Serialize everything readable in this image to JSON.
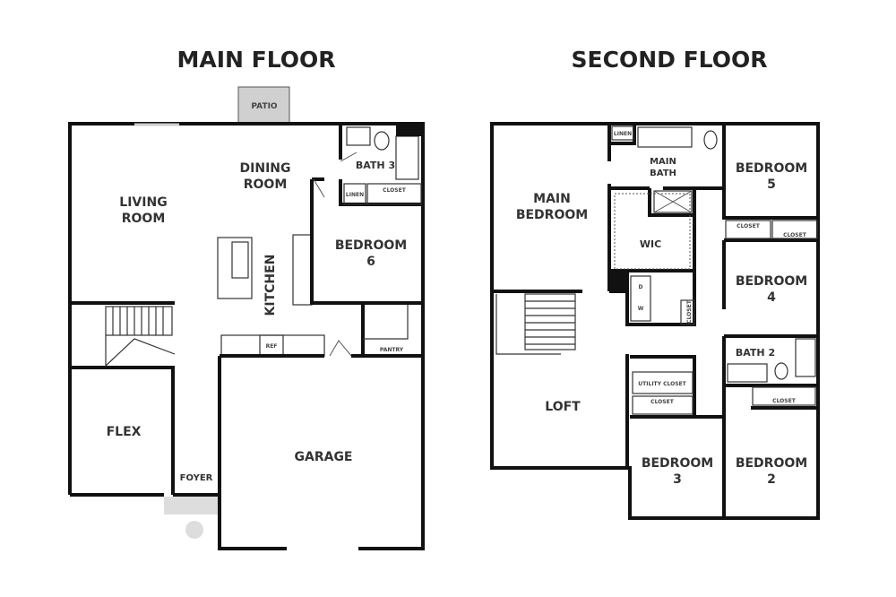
{
  "titles": {
    "main_floor": "MAIN FLOOR",
    "second_floor": "SECOND FLOOR"
  },
  "main_floor": {
    "patio": "PATIO",
    "living_room": [
      "LIVING",
      "ROOM"
    ],
    "dining_room": [
      "DINING",
      "ROOM"
    ],
    "kitchen": "KITCHEN",
    "bedroom_6": [
      "BEDROOM",
      "6"
    ],
    "bath_3": "BATH 3",
    "linen": "LINEN",
    "closet": "CLOSET",
    "ref": "REF",
    "pantry": "PANTRY",
    "flex": "FLEX",
    "foyer": "FOYER",
    "garage": "GARAGE"
  },
  "second_floor": {
    "main_bedroom": [
      "MAIN",
      "BEDROOM"
    ],
    "main_bath": [
      "MAIN",
      "BATH"
    ],
    "linen": "LINEN",
    "wic": "WIC",
    "closet": "CLOSET",
    "bedroom_5": [
      "BEDROOM",
      "5"
    ],
    "bedroom_4": [
      "BEDROOM",
      "4"
    ],
    "bath_2": "BATH 2",
    "utility_closet": "UTILITY CLOSET",
    "loft": "LOFT",
    "bedroom_3": [
      "BEDROOM",
      "3"
    ],
    "bedroom_2": [
      "BEDROOM",
      "2"
    ],
    "dryer": "D",
    "washer": "W"
  }
}
